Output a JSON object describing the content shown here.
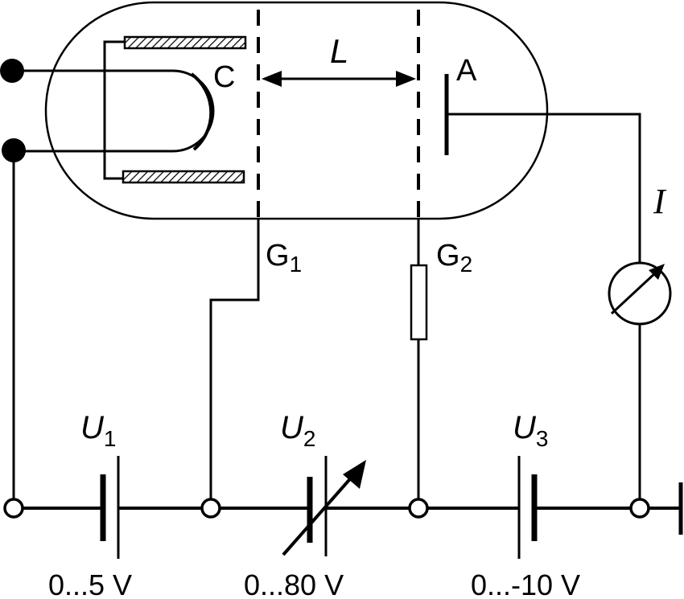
{
  "labels": {
    "cathode": "C",
    "distance": "L",
    "anode": "A",
    "current": "I",
    "grid1": {
      "main": "G",
      "sub": "1"
    },
    "grid2": {
      "main": "G",
      "sub": "2"
    },
    "u1": {
      "main": "U",
      "sub": "1",
      "range": "0...5 V"
    },
    "u2": {
      "main": "U",
      "sub": "2",
      "range": "0...80 V"
    },
    "u3": {
      "main": "U",
      "sub": "3",
      "range": "0...-10 V"
    }
  },
  "colors": {
    "line": "#000000",
    "background": "#ffffff"
  }
}
